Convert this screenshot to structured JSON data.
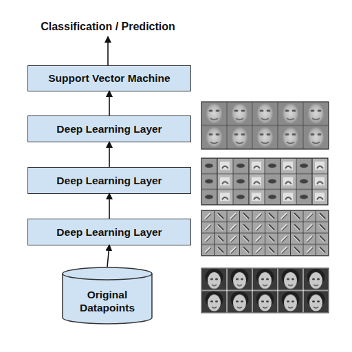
{
  "diagram": {
    "nodes": [
      {
        "text": [
          "Support Vector Machine"
        ]
      },
      {
        "text": [
          "Deep Learning Layer"
        ]
      },
      {
        "text": [
          "Deep Learning Layer"
        ]
      },
      {
        "text": [
          "Deep Learning Layer"
        ]
      },
      {
        "text": [
          "Original Datapoints"
        ]
      }
    ],
    "edges": [
      {
        "from": 4,
        "to": 3,
        "arrow": "to"
      },
      {
        "from": 3,
        "to": 2,
        "arrow": "to"
      },
      {
        "from": 2,
        "to": 1,
        "arrow": "to"
      },
      {
        "from": 1,
        "to": 0,
        "arrow": "to"
      }
    ],
    "labels": [
      "Classification / Prediction"
    ]
  }
}
